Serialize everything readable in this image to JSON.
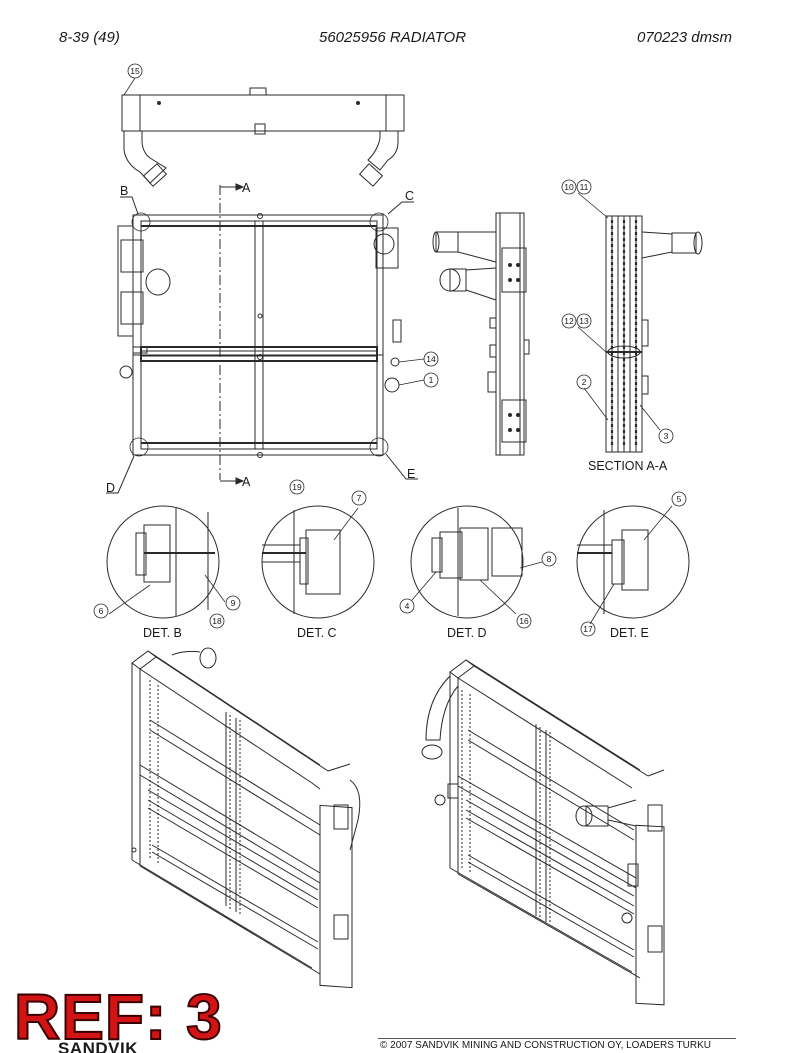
{
  "header": {
    "page": "8-39 (49)",
    "title": "56025956 RADIATOR",
    "code": "070223 dmsm"
  },
  "callouts": {
    "c15": "15",
    "c10": "10",
    "c11": "11",
    "c12": "12",
    "c13": "13",
    "c14": "14",
    "c1": "1",
    "c2": "2",
    "c3": "3",
    "c19": "19",
    "c7": "7",
    "c5": "5",
    "c8": "8",
    "c6": "6",
    "c9": "9",
    "c18": "18",
    "c4": "4",
    "c16": "16",
    "c17": "17"
  },
  "letters": {
    "B": "B",
    "C": "C",
    "D": "D",
    "E": "E",
    "A_top": "A",
    "A_bottom": "A"
  },
  "captions": {
    "section": "SECTION A-A",
    "det_b": "DET. B",
    "det_c": "DET. C",
    "det_d": "DET. D",
    "det_e": "DET. E"
  },
  "footer": {
    "ref": "REF: 3",
    "brand": "SANDVIK",
    "copyright": "© 2007 SANDVIK MINING AND CONSTRUCTION OY, LOADERS TURKU"
  },
  "colors": {
    "ref_red": "#d21414",
    "line": "#2a2a2a"
  }
}
